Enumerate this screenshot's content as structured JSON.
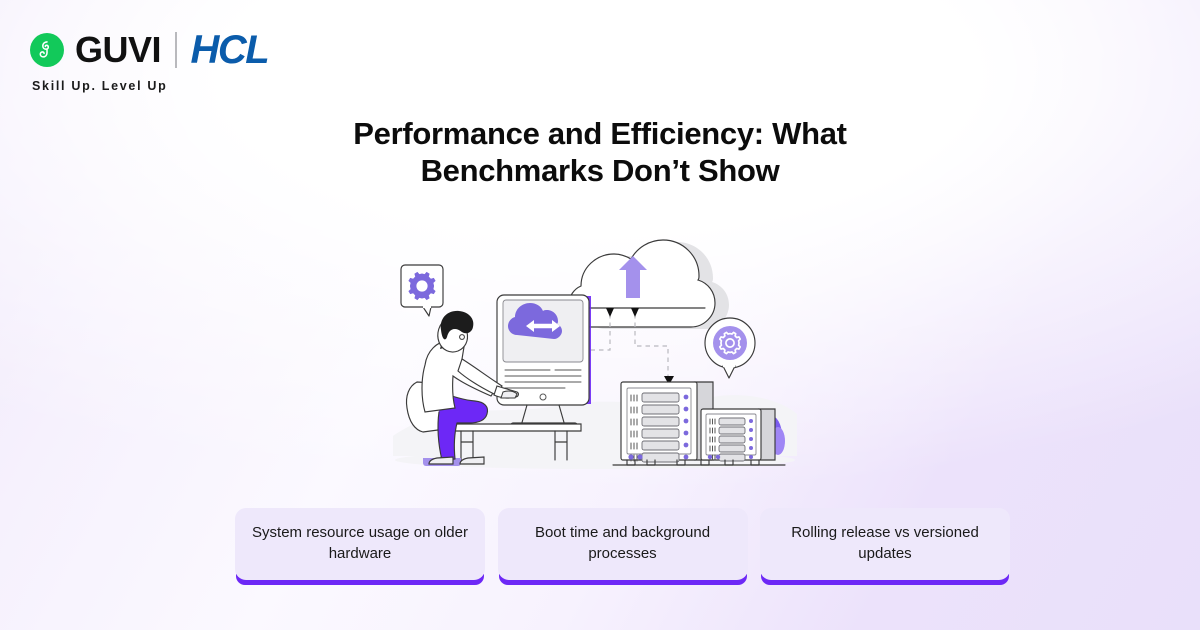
{
  "brand": {
    "guvi_name": "GUVI",
    "guvi_mark_icon": "guvi-snail-logo-icon",
    "tagline": "Skill Up. Level Up",
    "partner_name": "HCL",
    "guvi_green": "#12c95a",
    "hcl_blue": "#0b5cab"
  },
  "header": {
    "title": "Performance and Efficiency: What Benchmarks Don’t Show"
  },
  "illustration": {
    "name": "cloud-server-developer-illustration",
    "accent_purple": "#7c69dd",
    "strong_purple": "#6d28f6",
    "elements": [
      "gear-speech-bubble-icon",
      "developer-at-desk-figure",
      "desktop-monitor-with-cloud-sync-icon",
      "upload-cloud-icon",
      "server-rack-large-icon",
      "server-rack-small-icon",
      "gear-badge-bubble-icon"
    ]
  },
  "cards": [
    {
      "label": "System resource usage on older hardware"
    },
    {
      "label": "Boot time and background processes"
    },
    {
      "label": "Rolling release vs versioned updates"
    }
  ],
  "theme": {
    "background_gradient_from": "#efe7fb",
    "background_gradient_to": "#e9e0fa",
    "card_bg": "#eee8fb",
    "card_underline": "#6d28f6",
    "text_color": "#0c0c0c"
  }
}
